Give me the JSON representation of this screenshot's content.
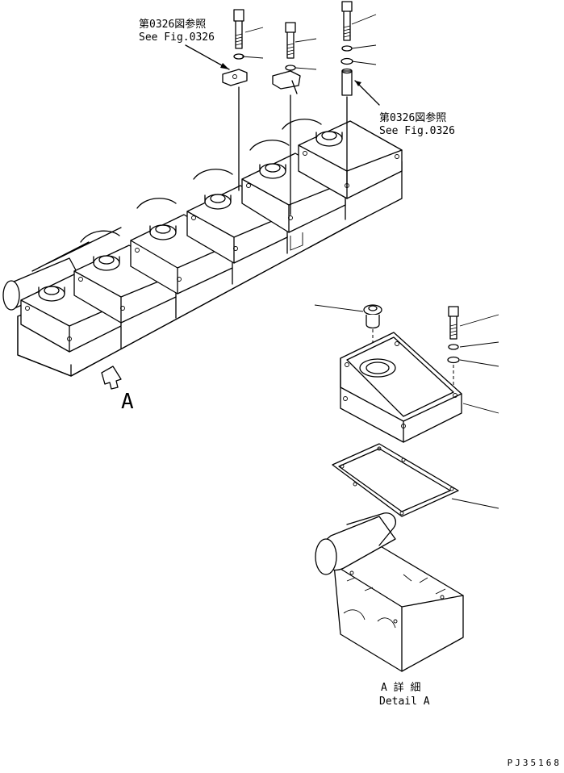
{
  "references": [
    {
      "jp": "第0326図参照",
      "en": "See Fig.0326"
    },
    {
      "jp": "第0326図参照",
      "en": "See Fig.0326"
    }
  ],
  "view_marker": "A",
  "detail_caption": {
    "jp": "A 詳 細",
    "en": "Detail A"
  },
  "drawing_number": "PJ35168",
  "colors": {
    "line": "#000000",
    "background": "#ffffff"
  }
}
